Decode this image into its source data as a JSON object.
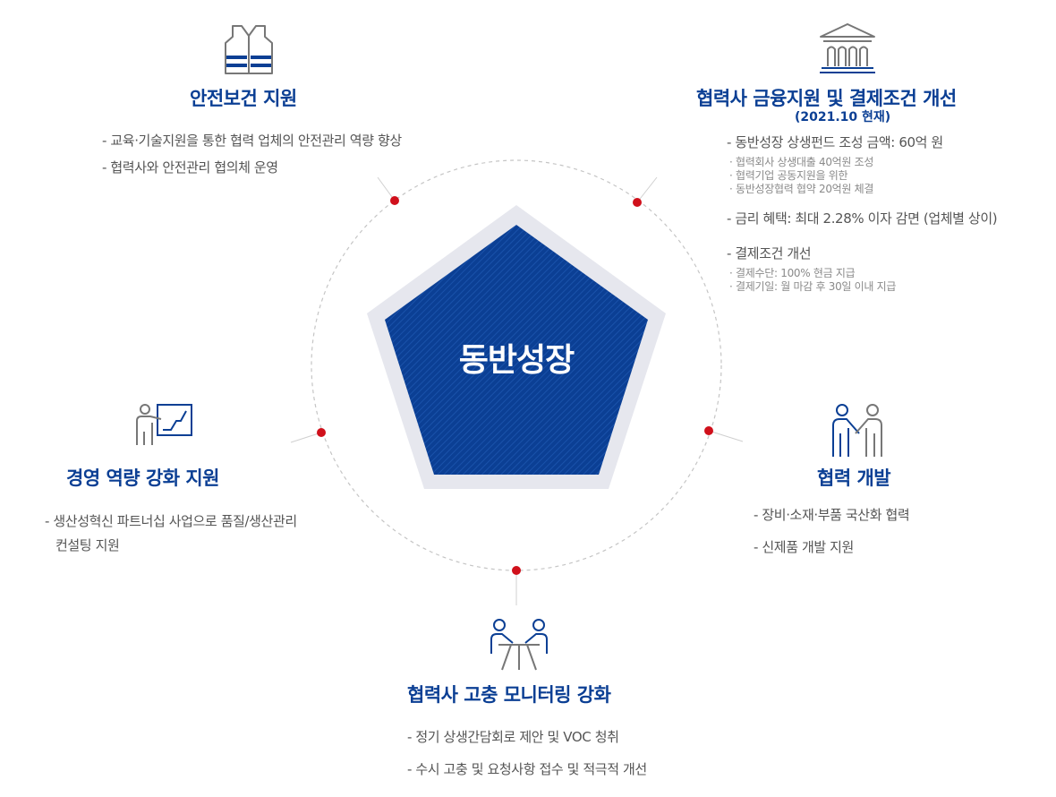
{
  "center": {
    "label": "동반성장"
  },
  "colors": {
    "primary_blue": "#0b3f94",
    "pentagon_bg": "#e6e7ee",
    "dot_red": "#d0101b",
    "circle_dash": "#c5c5c5"
  },
  "sections": {
    "safety": {
      "icon": "safety-vest-icon",
      "title": "안전보건 지원",
      "items": [
        "교육·기술지원을 통한 협력 업체의 안전관리 역량 향상",
        "협력사와 안전관리 협의체 운영"
      ]
    },
    "finance": {
      "icon": "bank-building-icon",
      "title": "협력사 금융지원 및 결제조건 개선",
      "subtitle": "(2021.10 현재)",
      "items": [
        {
          "label": "동반성장 상생펀드 조성 금액: 60억 원",
          "sub": [
            "협력회사 상생대출 40억원 조성",
            "협력기업 공동지원을 위한",
            "동반성장협력 협약 20억원 체결"
          ]
        },
        {
          "label": "금리 혜택: 최대 2.28% 이자 감면 (업체별 상이)",
          "sub": []
        },
        {
          "label": "결제조건 개선",
          "sub": [
            "결제수단: 100% 현금 지급",
            "결제기일: 월 마감 후 30일 이내 지급"
          ]
        }
      ]
    },
    "management": {
      "icon": "presentation-chart-icon",
      "title": "경영 역량 강화 지원",
      "items": [
        "생산성혁신 파트너십 사업으로 품질/생산관리",
        "컨설팅 지원"
      ]
    },
    "development": {
      "icon": "two-people-handshake-icon",
      "title": "협력 개발",
      "items": [
        "장비·소재·부품 국산화 협력",
        "신제품 개발 지원"
      ]
    },
    "monitoring": {
      "icon": "meeting-table-icon",
      "title": "협력사 고충 모니터링 강화",
      "items": [
        "정기 상생간담회로 제안 및 VOC 청취",
        "수시 고충 및 요청사항 접수 및 적극적 개선"
      ]
    }
  }
}
